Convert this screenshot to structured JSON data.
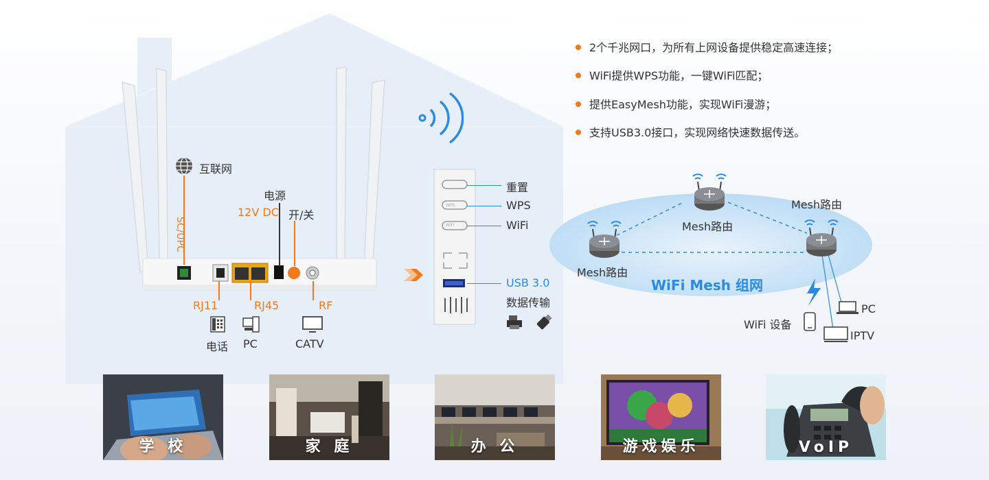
{
  "router": {
    "internet": "互联网",
    "scupc": "SC/UPC",
    "power": "电源",
    "dc": "12V DC",
    "switch": "开/关",
    "rj11": "RJ11",
    "rj45": "RJ45",
    "rf": "RF",
    "phone": "电话",
    "pc": "PC",
    "catv": "CATV"
  },
  "side_panel": {
    "reset": "重置",
    "wps": "WPS",
    "wifi": "WiFi",
    "usb": "USB 3.0",
    "usb_desc": "数据传输",
    "btn_wps_small": "WPS",
    "btn_wifi_small": "WiFi"
  },
  "features": [
    "2个千兆网口，为所有上网设备提供稳定高速连接；",
    "WiFi提供WPS功能，一键WiFi匹配；",
    "提供EasyMesh功能，实现WiFi漫游；",
    "支持USB3.0接口，实现网络快速数据传送。"
  ],
  "mesh": {
    "node_top": "Mesh路由",
    "node_right": "Mesh路由",
    "node_left": "Mesh路由",
    "title": "WiFi Mesh 组网",
    "wifi_device": "WiFi 设备",
    "pc": "PC",
    "iptv": "IPTV"
  },
  "scenarios": [
    "学 校",
    "家 庭",
    "办 公",
    "游戏娱乐",
    "VoIP"
  ],
  "colors": {
    "accent": "#f07b1c",
    "blue": "#2b8be0",
    "mesh_fill": "#cfe6f8"
  }
}
